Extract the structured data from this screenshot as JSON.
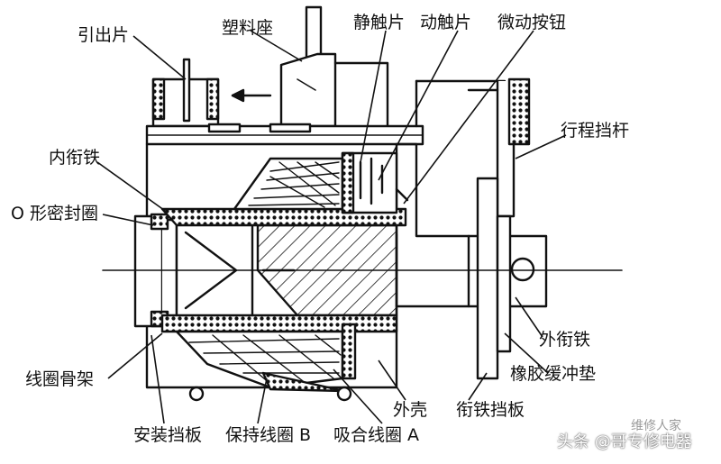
{
  "labels": {
    "lead_tab": "引出片",
    "plastic_base": "塑料座",
    "static_contact": "静触片",
    "moving_contact": "动触片",
    "micro_button": "微动按钮",
    "travel_lever": "行程挡杆",
    "inner_armature": "内衔铁",
    "o_ring": "O 形密封圈",
    "outer_armature": "外衔铁",
    "coil_bobbin": "线圈骨架",
    "rubber_pad": "橡胶缓冲垫",
    "shell": "外壳",
    "armature_stop": "衔铁挡板",
    "mounting_plate": "安装挡板",
    "hold_coil": "保持线圈 B",
    "pull_coil": "吸合线圈 A"
  },
  "watermark": {
    "text": "头条 @哥专修电器",
    "faint": "维修人家"
  },
  "colors": {
    "line": "#111111",
    "background": "#ffffff"
  }
}
